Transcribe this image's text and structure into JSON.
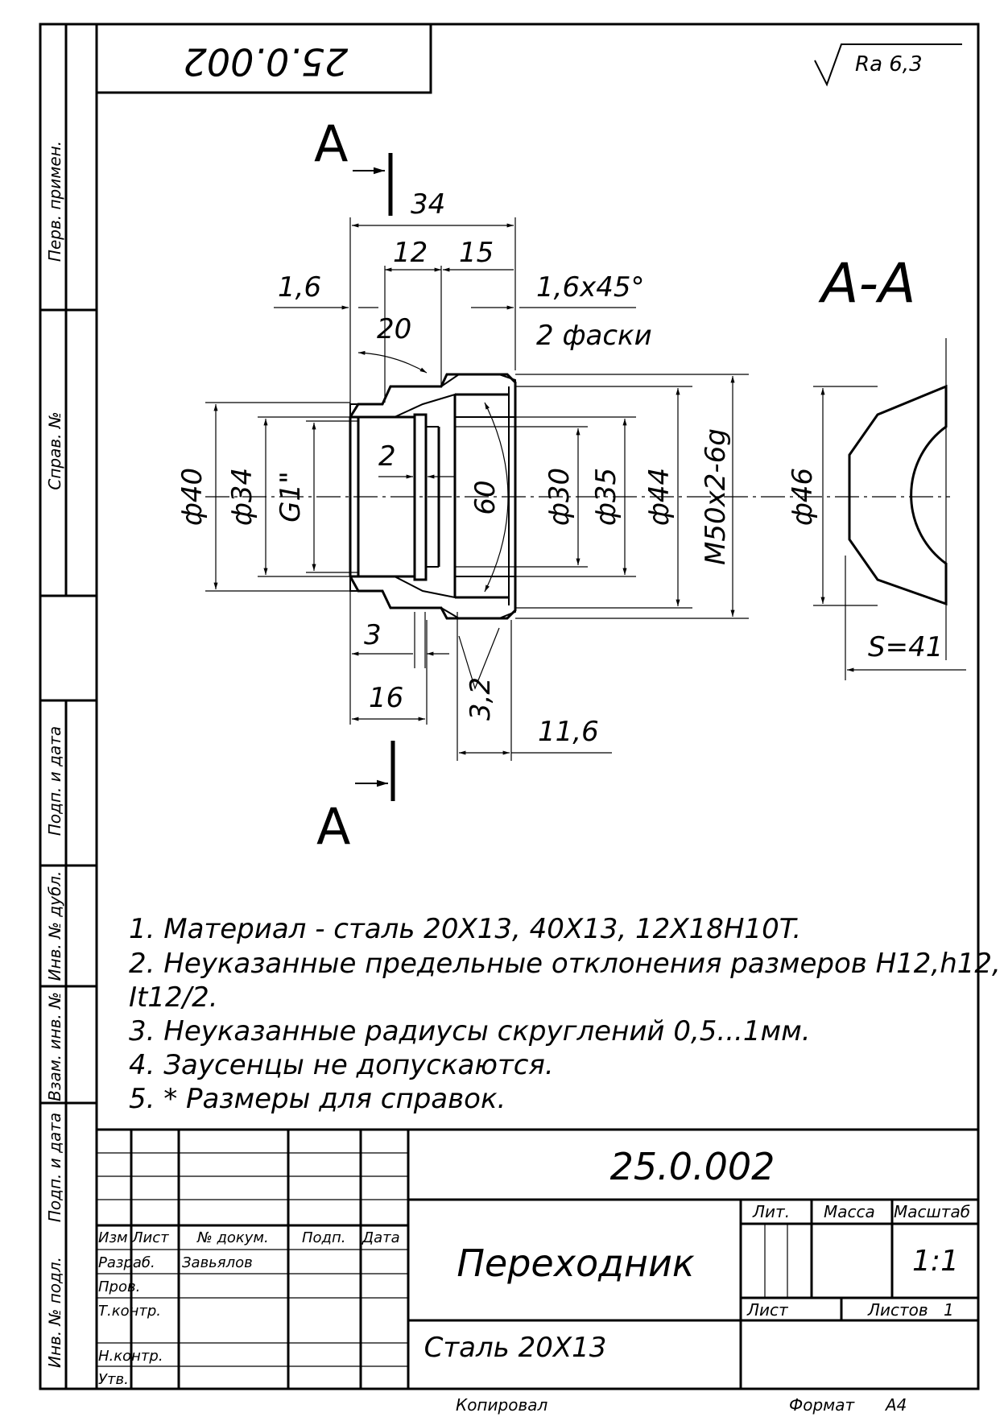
{
  "stamp_top_mirrored": "25.0.002",
  "roughness": "Ra 6,3",
  "section_letter": "A",
  "section_view_title": "A-A",
  "dims": {
    "d34": "34",
    "d12": "12",
    "d15": "15",
    "d16_left": "1,6",
    "chamfer": "1,6x45°",
    "chamfer_count": "2 фаски",
    "angle20": "20",
    "d2": "2",
    "angle60": "60",
    "phi40": "ф40",
    "phi34": "ф34",
    "g1": "G1\"",
    "phi30": "ф30",
    "phi35": "ф35",
    "phi44": "ф44",
    "m50": "M50x2-6g",
    "phi46": "ф46",
    "s41": "S=41",
    "d3": "3",
    "d16": "16",
    "d32": "3,2",
    "d116": "11,6"
  },
  "notes": [
    "1. Материал - сталь 20X13, 40X13, 12X18H10T.",
    "2. Неуказанные предельные отклонения размеров H12,h12,",
    "It12/2.",
    "3. Неуказанные радиусы скруглений 0,5...1мм.",
    "4. Заусенцы не допускаются.",
    "5. * Размеры для справок."
  ],
  "side_labels": [
    "Перв. примен.",
    "Справ. №",
    "Подп. и дата",
    "Инв. № дубл.",
    "Взам. инв. №",
    "Подп. и дата",
    "Инв. № подл."
  ],
  "title_block": {
    "doc_number": "25.0.002",
    "name": "Переходник",
    "material": "Сталь 20X13",
    "col_izm": "Изм",
    "col_list": "Лист",
    "col_doc": "№ докум.",
    "col_podp": "Подп.",
    "col_date": "Дата",
    "row_razrab": "Разраб.",
    "razrab_name": "Завьялов",
    "row_prov": "Пров.",
    "row_tkontr": "Т.контр.",
    "row_nkontr": "Н.контр.",
    "row_utv": "Утв.",
    "lit": "Лит.",
    "massa": "Масса",
    "masshtab": "Масштаб",
    "scale": "1:1",
    "sheet": "Лист",
    "sheets": "Листов",
    "sheets_count": "1"
  },
  "footer": {
    "copied": "Копировал",
    "format": "Формат",
    "format_value": "A4"
  }
}
